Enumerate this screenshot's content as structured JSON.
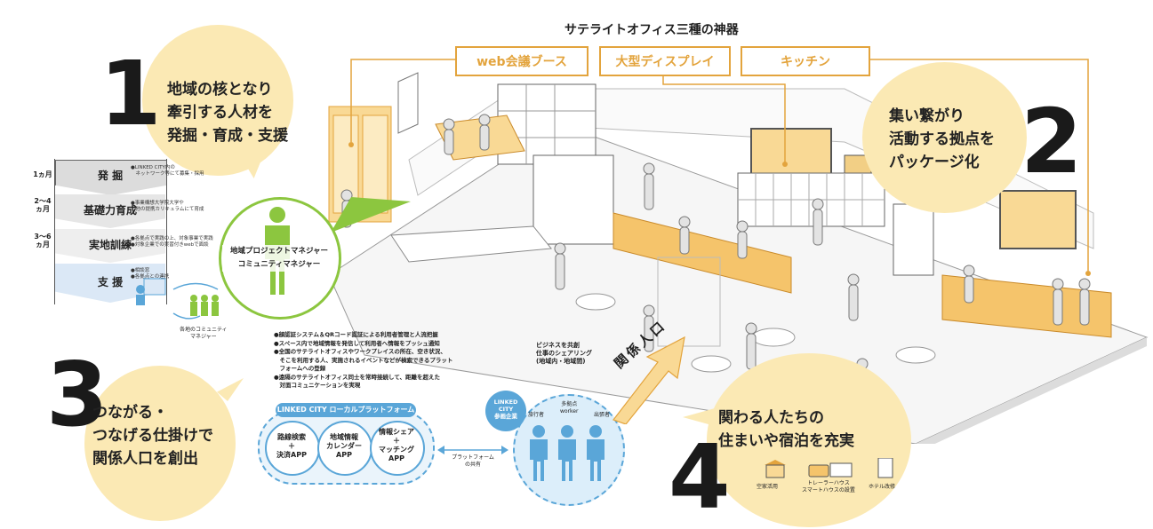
{
  "header": {
    "title": "サテライトオフィス三種の神器",
    "items": [
      "web会議ブース",
      "大型ディスプレイ",
      "キッチン"
    ]
  },
  "section1": {
    "number": "1",
    "lines": [
      "地域の核となり",
      "牽引する人材を",
      "発掘・育成・支援"
    ],
    "steps": [
      {
        "month": "1ヵ月",
        "label": "発 掘",
        "desc": [
          "●LINKED CITY内の",
          "　ネットワーク等にて募集・採用"
        ]
      },
      {
        "month": "2〜4ヵ月",
        "label": "基礎力育成",
        "desc": [
          "●事業構想大学院大学や",
          "　他の提携カリキュラムにて育成"
        ]
      },
      {
        "month": "3〜6ヵ月",
        "label": "実地訓練",
        "desc": [
          "●各拠点で実践の上、対象事業で実践",
          "●対象企業での実習付きwebで面談"
        ]
      },
      {
        "month": "",
        "label": "支 援",
        "desc": [
          "●相談窓",
          "●各拠点との連携"
        ]
      }
    ],
    "manager_lines": [
      "地域プロジェクトマネジャー",
      "コミュニティマネジャー"
    ],
    "community_lines": [
      "各地のコミュニティ",
      "マネジャー"
    ]
  },
  "section2": {
    "number": "2",
    "lines": [
      "集い繋がり",
      "活動する拠点を",
      "パッケージ化"
    ]
  },
  "section3": {
    "number": "3",
    "lines": [
      "つながる・",
      "つなげる仕掛けで",
      "関係人口を創出"
    ],
    "bullets": [
      "●顔認証システム＆QRコード認証による利用者管理と人流把握",
      "●スペース内で地域情報を発信して利用者へ情報をプッシュ通知",
      "●全国のサテライトオフィスやワークプレイスの所在、空き状況、",
      "　そこを利用する人、実施されるイベントなどが検索できるプラット",
      "　フォームへの登録",
      "●遠隔のサテライトオフィス同士を常時接続して、距離を超えた",
      "　対面コミュニケーションを実現"
    ],
    "platform_title": "LINKED CITY ローカルプラットフォーム",
    "apps": [
      [
        "路線検索",
        "＋",
        "決済APP"
      ],
      [
        "地域情報",
        "カレンダー",
        "APP"
      ],
      [
        "情報シェア",
        "＋",
        "マッチング",
        "APP"
      ]
    ],
    "share_lines": [
      "プラットフォーム",
      "の共有"
    ],
    "linked_badge": [
      "LINKED",
      "CITY",
      "参画企業"
    ],
    "people_labels": [
      "旅行者",
      "多拠点",
      "worker",
      "出張者"
    ],
    "business_lines": [
      "ビジネスを共創",
      "仕事のシェアリング",
      "(地域内・地域間)"
    ],
    "arrow_label": "関係人口"
  },
  "section4": {
    "number": "4",
    "lines": [
      "関わる人たちの",
      "住まいや宿泊を充実"
    ],
    "icons": [
      {
        "name": "空家活用"
      },
      {
        "name": "トレーラーハウス\nスマートハウスの設置"
      },
      {
        "name": "ホテル改修"
      }
    ]
  },
  "colors": {
    "accent": "#e3a43d",
    "bubble": "#fbe9b4",
    "green": "#8cc63f",
    "blue": "#5aa6d8"
  }
}
